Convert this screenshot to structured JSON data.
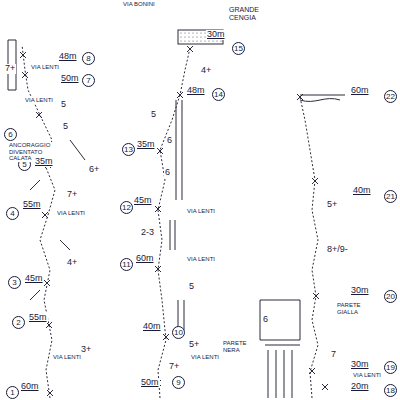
{
  "diagram": {
    "nodes": [
      {
        "text": [
          "8"
        ]
      },
      {
        "text": [
          "7"
        ]
      },
      {
        "text": [
          "6"
        ]
      },
      {
        "text": [
          "5"
        ]
      },
      {
        "text": [
          "4"
        ]
      },
      {
        "text": [
          "3"
        ]
      },
      {
        "text": [
          "2"
        ]
      },
      {
        "text": [
          "1"
        ]
      },
      {
        "text": [
          "15"
        ]
      },
      {
        "text": [
          "14"
        ]
      },
      {
        "text": [
          "13"
        ]
      },
      {
        "text": [
          "12"
        ]
      },
      {
        "text": [
          "11"
        ]
      },
      {
        "text": [
          "10"
        ]
      },
      {
        "text": [
          "9"
        ]
      },
      {
        "text": [
          "22"
        ]
      },
      {
        "text": [
          "21"
        ]
      },
      {
        "text": [
          "20"
        ]
      },
      {
        "text": [
          "19"
        ]
      },
      {
        "text": [
          "18"
        ]
      }
    ],
    "labels": [
      "7+",
      "48m",
      "VIA LENTI",
      "50m",
      "VIA LENTI",
      "5",
      "5",
      "ANCORAGGIO DIVENTATO CALATA",
      "6+",
      "35m",
      "7+",
      "55m",
      "VIA LENTI",
      "4+",
      "45m",
      "55m",
      "VIA LENTI",
      "3+",
      "60m",
      "VIA BONINI",
      "GRANDE CENGIA",
      "30m",
      "4+",
      "48m",
      "5",
      "6",
      "35m",
      "6",
      "45m",
      "VIA LENTI",
      "2-3",
      "60m",
      "VIA LENTI",
      "5",
      "40m",
      "5+",
      "VIA LENTI",
      "7+",
      "50m",
      "60m",
      "5+",
      "40m",
      "8+/9-",
      "30m",
      "PARETE GIALLA",
      "6",
      "PARETE NERA",
      "7",
      "VIA LENTI",
      "30m",
      "20m"
    ]
  }
}
